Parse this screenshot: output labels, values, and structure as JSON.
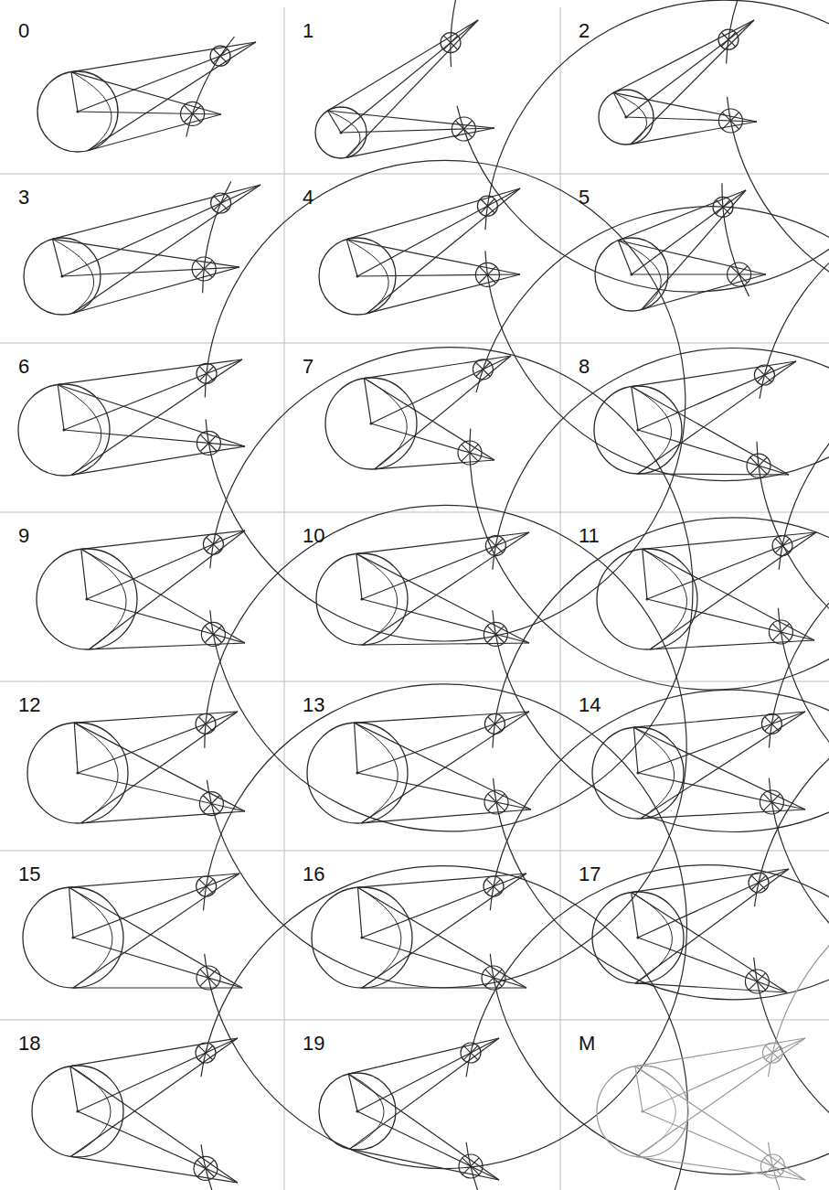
{
  "diagram": {
    "labels": [
      "0",
      "1",
      "2",
      "3",
      "4",
      "5",
      "6",
      "7",
      "8",
      "9",
      "10",
      "11",
      "12",
      "13",
      "14",
      "15",
      "16",
      "17",
      "18",
      "19",
      "M"
    ]
  }
}
